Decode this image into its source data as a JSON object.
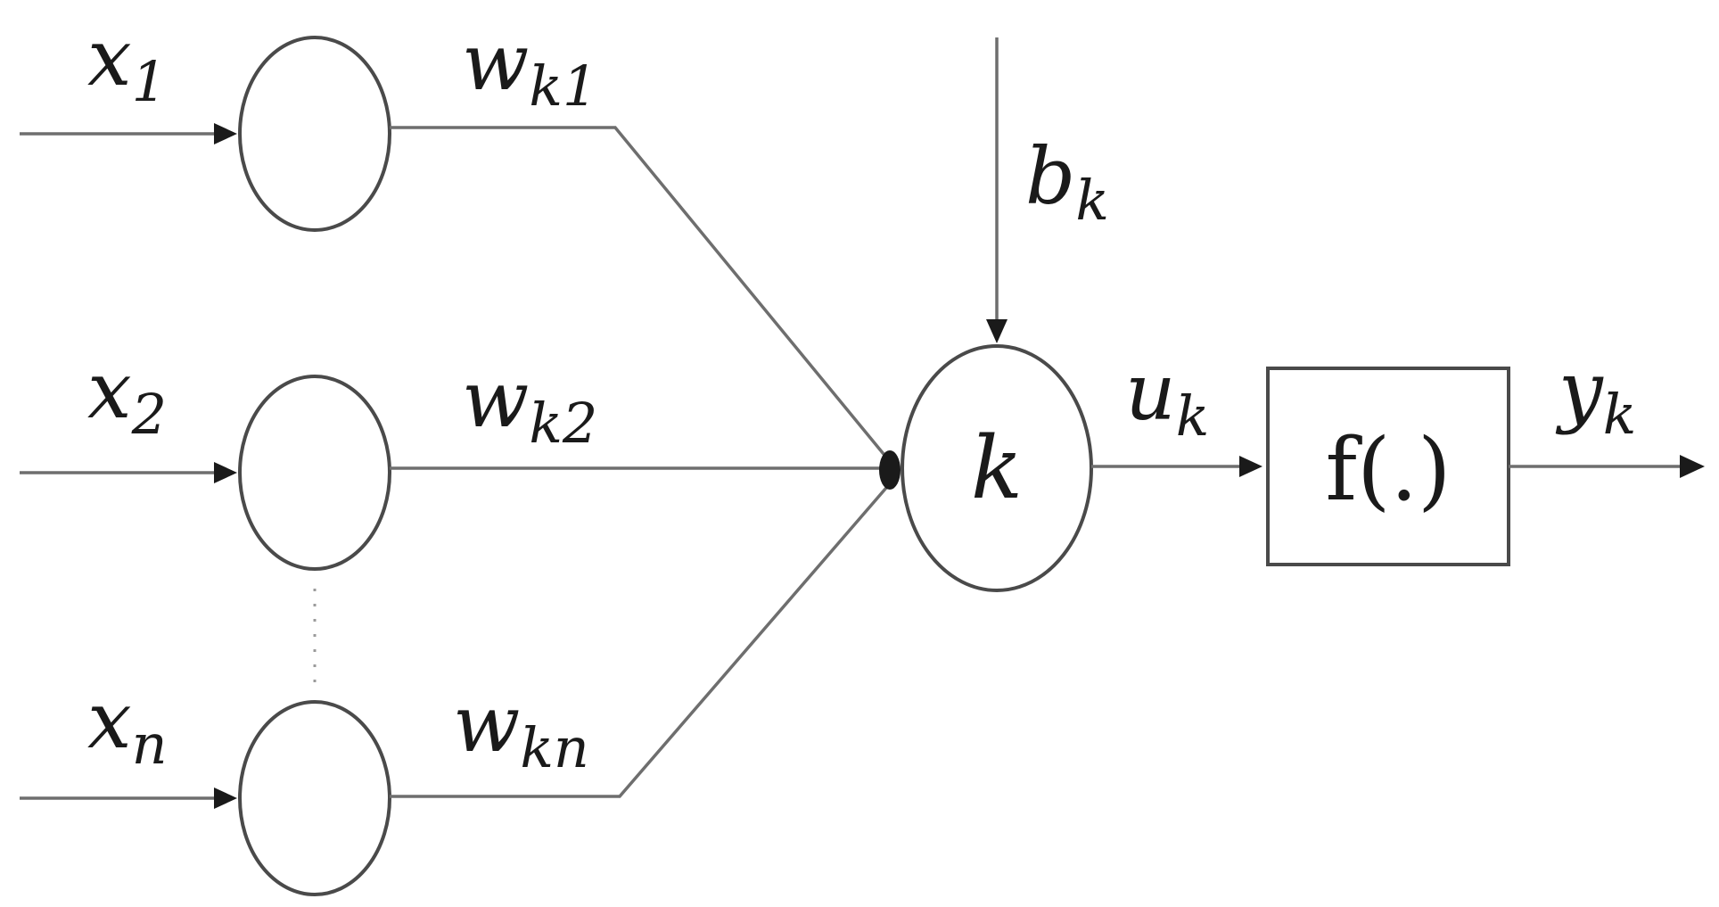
{
  "inputs": [
    {
      "var": "x",
      "sub": "1",
      "weight": "w",
      "weight_sub": "k1"
    },
    {
      "var": "x",
      "sub": "2",
      "weight": "w",
      "weight_sub": "k2"
    },
    {
      "var": "x",
      "sub": "n",
      "weight": "w",
      "weight_sub": "kn"
    }
  ],
  "bias": {
    "var": "b",
    "sub": "k"
  },
  "neuron": {
    "label": "k"
  },
  "net": {
    "var": "u",
    "sub": "k"
  },
  "activation": {
    "label": "f(.)"
  },
  "output": {
    "var": "y",
    "sub": "k"
  }
}
